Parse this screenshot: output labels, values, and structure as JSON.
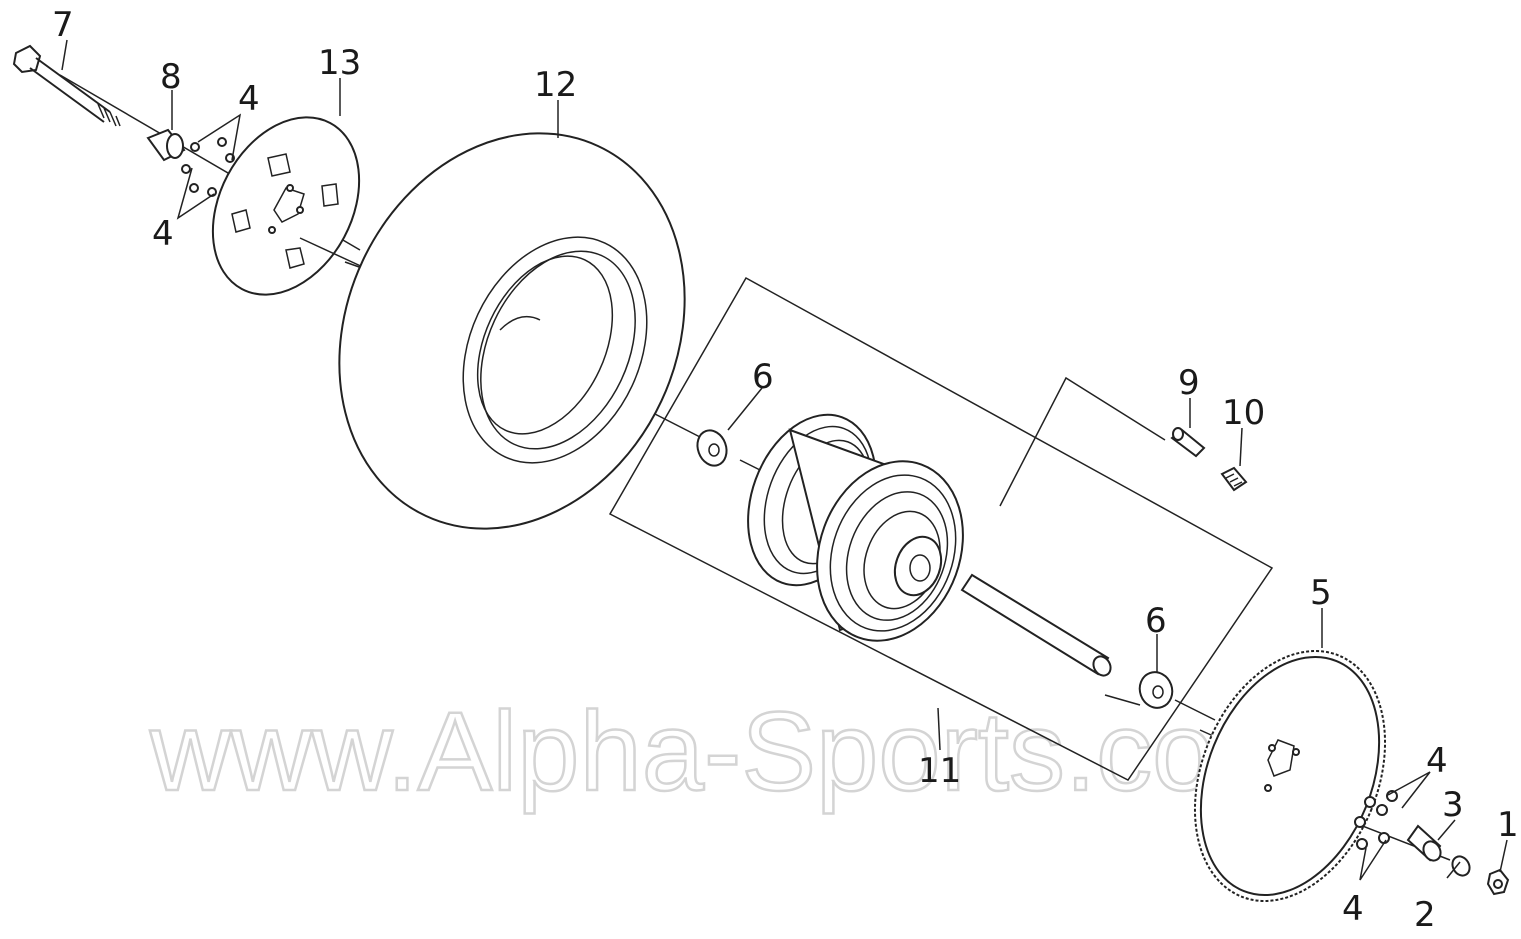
{
  "callouts": [
    {
      "id": "c1",
      "text": "1"
    },
    {
      "id": "c2",
      "text": "2"
    },
    {
      "id": "c3",
      "text": "3"
    },
    {
      "id": "c4a",
      "text": "4"
    },
    {
      "id": "c4b",
      "text": "4"
    },
    {
      "id": "c4c",
      "text": "4"
    },
    {
      "id": "c4d",
      "text": "4"
    },
    {
      "id": "c5",
      "text": "5"
    },
    {
      "id": "c6a",
      "text": "6"
    },
    {
      "id": "c6b",
      "text": "6"
    },
    {
      "id": "c7",
      "text": "7"
    },
    {
      "id": "c8",
      "text": "8"
    },
    {
      "id": "c9",
      "text": "9"
    },
    {
      "id": "c10",
      "text": "10"
    },
    {
      "id": "c11",
      "text": "11"
    },
    {
      "id": "c12",
      "text": "12"
    },
    {
      "id": "c13",
      "text": "13"
    }
  ],
  "watermark": "www.Alpha-Sports.com"
}
